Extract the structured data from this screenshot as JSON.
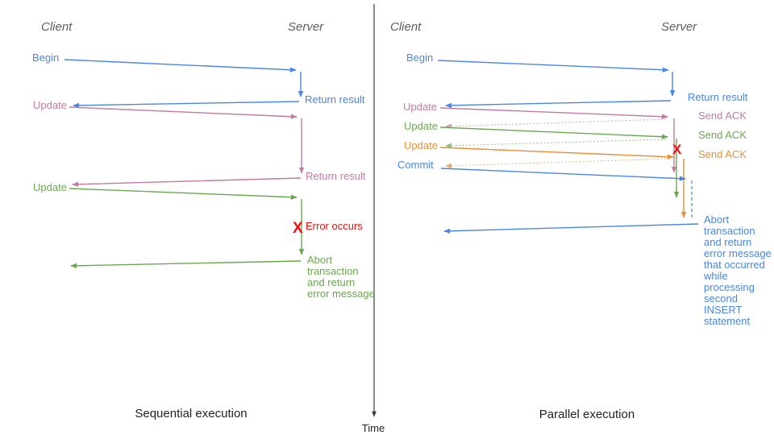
{
  "palette": {
    "blue": "#4a86e8",
    "pink": "#c27ba0",
    "green": "#6aa84f",
    "orange": "#e69138",
    "red": "#ee1111",
    "title_gray": "#5d5d5d",
    "caption_black": "#1f1f1f",
    "axis_gray": "#3c3c3c"
  },
  "time_axis": {
    "label": "Time"
  },
  "sequential": {
    "caption": "Sequential execution",
    "client_title": "Client",
    "server_title": "Server",
    "begin_label": "Begin",
    "return_result_1": "Return result",
    "update_1": "Update",
    "return_result_2": "Return result",
    "update_2": "Update",
    "error_mark": "X",
    "error_label": "Error occurs",
    "abort_lines": [
      "Abort",
      "transaction",
      "and return",
      "error message"
    ]
  },
  "parallel": {
    "caption": "Parallel execution",
    "client_title": "Client",
    "server_title": "Server",
    "begin_label": "Begin",
    "return_result": "Return result",
    "update_1": "Update",
    "update_2": "Update",
    "update_3": "Update",
    "commit_label": "Commit",
    "send_ack_1": "Send ACK",
    "send_ack_2": "Send ACK",
    "send_ack_3": "Send ACK",
    "error_mark": "X",
    "abort_lines": [
      "Abort",
      "transaction",
      "and return",
      "error message",
      "that occurred",
      "while",
      "processing",
      "second",
      "INSERT",
      "statement"
    ]
  }
}
